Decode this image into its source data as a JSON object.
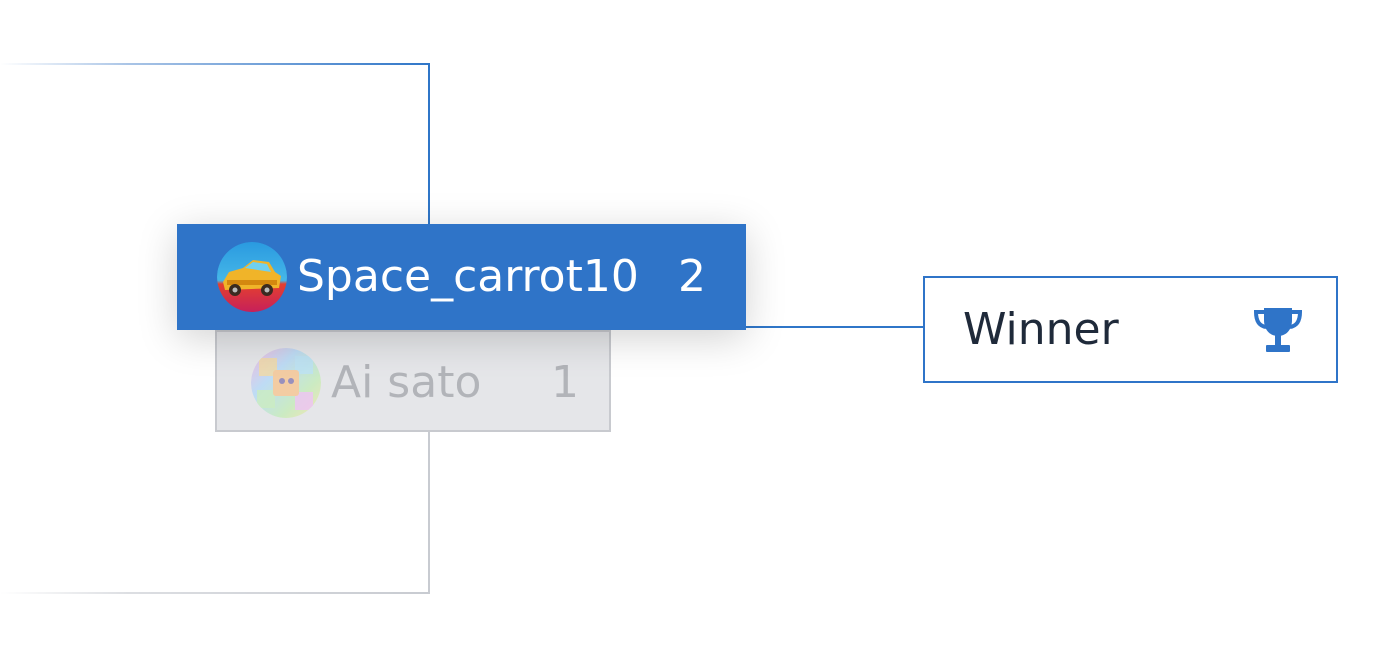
{
  "bracket": {
    "match": {
      "winner": {
        "name": "Space_carrot10",
        "score": "2",
        "avatar_icon": "car-avatar-icon"
      },
      "loser": {
        "name": "Ai sato",
        "score": "1",
        "avatar_icon": "puzzle-avatar-icon"
      }
    },
    "result": {
      "label": "Winner",
      "icon": "trophy-icon"
    }
  },
  "colors": {
    "accent": "#2f74c8",
    "loser_bg": "#e5e6e9",
    "connector_inactive": "#c8cbd1"
  }
}
